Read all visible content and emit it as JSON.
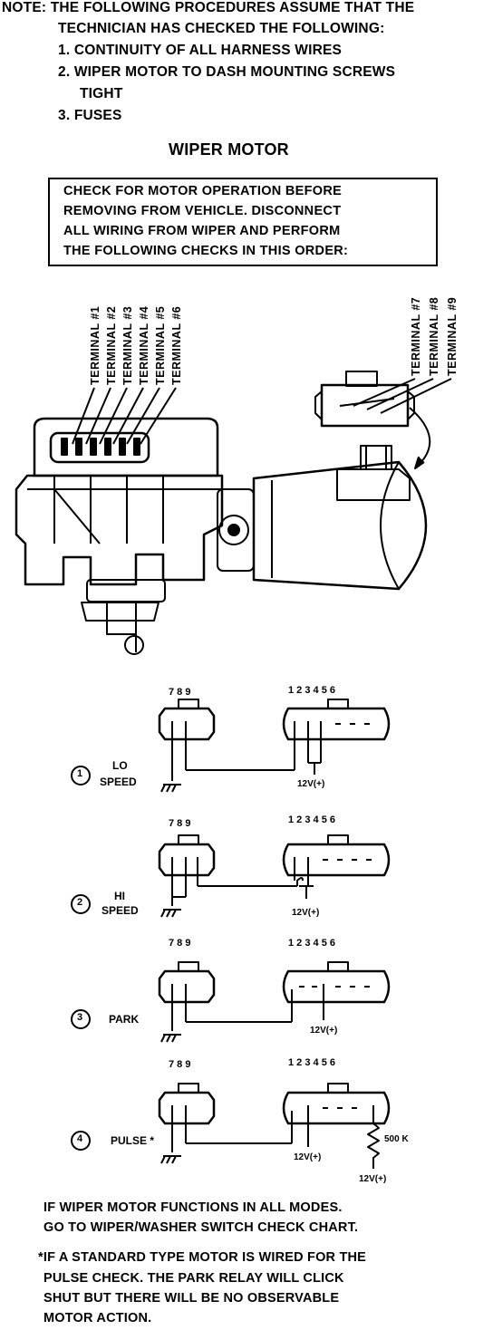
{
  "note": {
    "line1": "NOTE: THE FOLLOWING PROCEDURES ASSUME THAT THE",
    "line2": "TECHNICIAN HAS CHECKED THE FOLLOWING:",
    "item1": "1.  CONTINUITY OF ALL HARNESS WIRES",
    "item2a": "2.  WIPER MOTOR TO DASH MOUNTING SCREWS",
    "item2b": "TIGHT",
    "item3": "3.  FUSES"
  },
  "title": "WIPER MOTOR",
  "instruction": {
    "line1": "CHECK FOR MOTOR OPERATION BEFORE",
    "line2": "REMOVING FROM VEHICLE. DISCONNECT",
    "line3": "ALL WIRING FROM WIPER AND PERFORM",
    "line4": "THE FOLLOWING CHECKS IN THIS ORDER:"
  },
  "terminals_left": [
    "TERMINAL #1",
    "TERMINAL #2",
    "TERMINAL #3",
    "TERMINAL #4",
    "TERMINAL #5",
    "TERMINAL #6"
  ],
  "terminals_right": [
    "TERMINAL #7",
    "TERMINAL #8",
    "TERMINAL #9"
  ],
  "pins_small": "7 8 9",
  "pins_large": "1  2  3  4  5  6",
  "checks": [
    {
      "number": "1",
      "label1": "LO",
      "label2": "SPEED",
      "supply": "12V(+)"
    },
    {
      "number": "2",
      "label1": "HI",
      "label2": "SPEED",
      "supply": "12V(+)"
    },
    {
      "number": "3",
      "label1": "PARK",
      "label2": "",
      "supply": "12V(+)"
    },
    {
      "number": "4",
      "label1": "PULSE *",
      "label2": "",
      "supply": "12V(+)",
      "supply2": "12V(+)",
      "resistor": "500 K"
    }
  ],
  "footer": {
    "line1": "IF WIPER MOTOR FUNCTIONS IN ALL MODES.",
    "line2": "GO TO WIPER/WASHER SWITCH CHECK CHART.",
    "line3": "*IF A STANDARD TYPE MOTOR IS WIRED FOR THE",
    "line4": "PULSE CHECK. THE PARK RELAY WILL CLICK",
    "line5": "SHUT BUT THERE WILL BE NO OBSERVABLE",
    "line6": "MOTOR ACTION."
  }
}
